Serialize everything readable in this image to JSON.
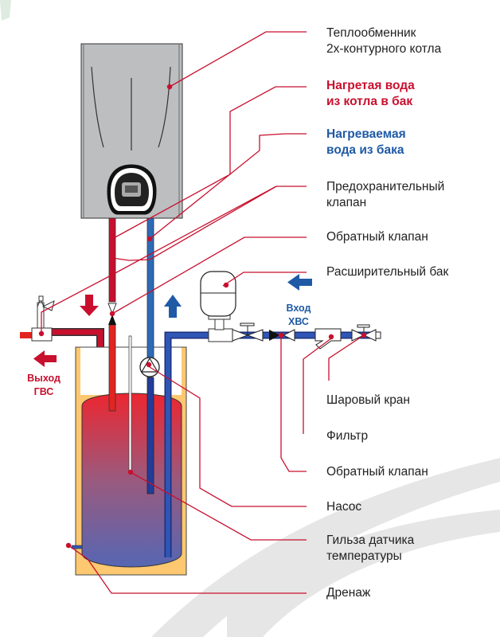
{
  "diagram": {
    "title": "Схема подключения бойлера косвенного нагрева к двухконтурному котлу",
    "colors": {
      "hot": "#c8102e",
      "cold": "#1f5aa6",
      "label_text": "#222222",
      "boiler_body": "#bcbec0",
      "tank_insulation": "#fdc870"
    },
    "labels": [
      {
        "id": "heat-exchanger",
        "text": "Теплообменник\n2х-контурного котла",
        "style": "normal"
      },
      {
        "id": "hot-water-to-tank",
        "text": "Нагретая вода\n из котла в бак",
        "style": "red"
      },
      {
        "id": "water-from-tank",
        "text": "Нагреваемая\nвода из бака",
        "style": "blue"
      },
      {
        "id": "safety-valve",
        "text": "Предохранительный\nклапан",
        "style": "normal"
      },
      {
        "id": "check-valve-top",
        "text": "Обратный клапан",
        "style": "normal"
      },
      {
        "id": "expansion-tank",
        "text": "Расширительный бак",
        "style": "normal"
      },
      {
        "id": "ball-valve",
        "text": "Шаровый кран",
        "style": "normal"
      },
      {
        "id": "filter",
        "text": "Фильтр",
        "style": "normal"
      },
      {
        "id": "check-valve-bottom",
        "text": "Обратный клапан",
        "style": "normal"
      },
      {
        "id": "pump",
        "text": "Насос",
        "style": "normal"
      },
      {
        "id": "temp-sensor-sleeve",
        "text": "Гильза датчика\nтемпературы",
        "style": "normal"
      },
      {
        "id": "drain",
        "text": "Дренаж",
        "style": "normal"
      }
    ],
    "flow_labels": {
      "cold_inlet": "Вход\nХВС",
      "hot_outlet": "Выход\nГВС"
    },
    "icons": [
      "arrow-down-icon",
      "arrow-up-icon",
      "arrow-left-icon"
    ]
  }
}
